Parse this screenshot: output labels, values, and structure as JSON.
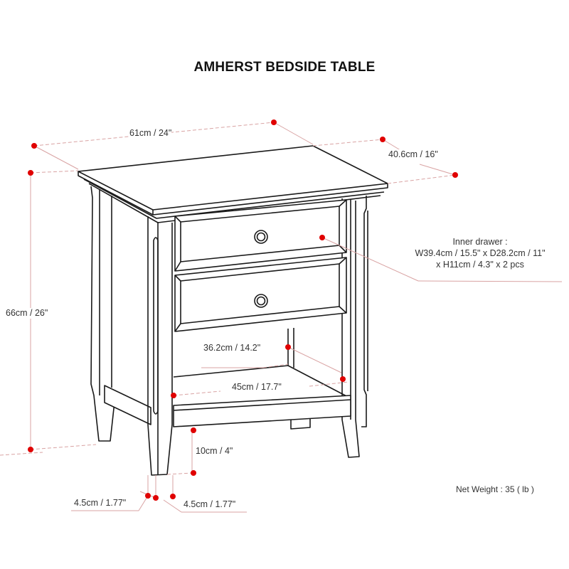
{
  "title": "AMHERST BEDSIDE TABLE",
  "colors": {
    "line": "#1a1a1a",
    "dimension_marker": "#e00000",
    "dimension_line": "#d9a3a3",
    "text": "#333333"
  },
  "dimensions": {
    "width": "61cm / 24\"",
    "depth": "40.6cm / 16\"",
    "height": "66cm / 26\"",
    "shelf_depth": "36.2cm / 14.2\"",
    "shelf_width": "45cm / 17.7\"",
    "clearance": "10cm / 4\"",
    "leg_left": "4.5cm / 1.77\"",
    "leg_right": "4.5cm / 1.77\""
  },
  "inner_drawer": {
    "label": "Inner drawer :",
    "line1": "W39.4cm / 15.5\" x D28.2cm / 11\"",
    "line2": "x H11cm / 4.3\" x 2 pcs"
  },
  "net_weight": "Net Weight : 35 ( lb )"
}
